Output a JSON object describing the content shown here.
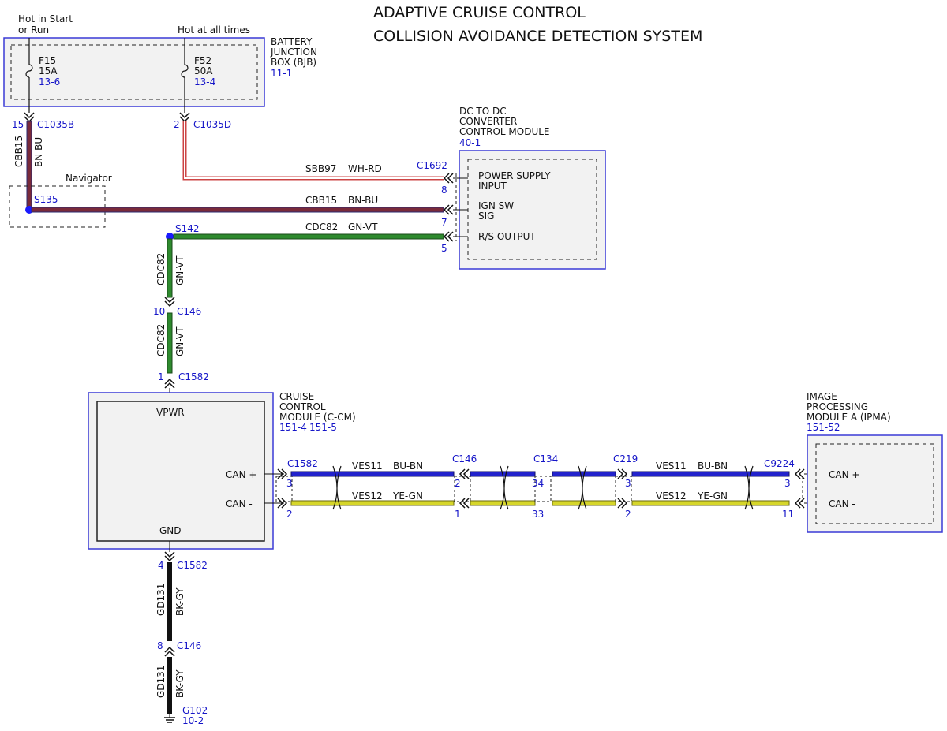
{
  "title": {
    "line1": "ADAPTIVE CRUISE CONTROL",
    "line2": "COLLISION AVOIDANCE DETECTION SYSTEM"
  },
  "bjb": {
    "hot_run_1": "Hot in Start",
    "hot_run_2": "or Run",
    "hot_always": "Hot at all times",
    "name_1": "BATTERY",
    "name_2": "JUNCTION",
    "name_3": "BOX (BJB)",
    "ref": "11-1",
    "fuse1_name": "F15",
    "fuse1_rating": "15A",
    "fuse1_ref": "13-6",
    "fuse2_name": "F52",
    "fuse2_rating": "50A",
    "fuse2_ref": "13-4",
    "pin1": "15",
    "conn1": "C1035B",
    "pin2": "2",
    "conn2": "C1035D"
  },
  "dcdc": {
    "name_1": "DC TO DC",
    "name_2": "CONVERTER",
    "name_3": "CONTROL MODULE",
    "ref": "40-1",
    "conn": "C1692",
    "in1_1": "POWER SUPPLY",
    "in1_2": "INPUT",
    "in2_1": "IGN SW",
    "in2_2": "SIG",
    "in3": "R/S OUTPUT",
    "pin8": "8",
    "pin7": "7",
    "pin5": "5"
  },
  "wires": {
    "cbb15_code": "CBB15",
    "cbb15_color": "BN-BU",
    "sbb97_code": "SBB97",
    "sbb97_color": "WH-RD",
    "cdc82_code": "CDC82",
    "cdc82_color": "GN-VT",
    "gd131_code": "GD131",
    "gd131_color": "BK-GY",
    "ves11_code": "VES11",
    "ves11_color": "BU-BN",
    "ves12_code": "VES12",
    "ves12_color": "YE-GN"
  },
  "splices": {
    "navigator": "Navigator",
    "s135": "S135",
    "s142": "S142"
  },
  "connectors": {
    "c146": "C146",
    "c146_pin_a": "10",
    "c1582": "C1582",
    "c1582_pin_top": "1",
    "c1582_pin_gnd": "4",
    "c146_pin_gnd": "8",
    "g102": "G102",
    "g102_ref": "10-2",
    "c134": "C134",
    "c219": "C219",
    "c9224": "C9224"
  },
  "ccm": {
    "name_1": "CRUISE",
    "name_2": "CONTROL",
    "name_3": "MODULE (C-CM)",
    "ref1": "151-4",
    "ref2": "151-5",
    "vpwr": "VPWR",
    "can_plus": "CAN +",
    "can_minus": "CAN -",
    "gnd": "GND"
  },
  "ipma": {
    "name_1": "IMAGE",
    "name_2": "PROCESSING",
    "name_3": "MODULE A (IPMA)",
    "ref": "151-52",
    "can_plus": "CAN +",
    "can_minus": "CAN -"
  },
  "can_pins": {
    "c1582_plus": "3",
    "c1582_minus": "2",
    "c146_plus": "2",
    "c146_minus": "1",
    "c134_plus": "34",
    "c134_minus": "33",
    "c219_plus": "3",
    "c219_minus": "2",
    "c9224_plus": "3",
    "c9224_minus": "11"
  },
  "colors": {
    "module_border": "#3a3ad6",
    "ref_blue": "#1515c8",
    "brown": "#7a2a3a",
    "red": "#cc4444",
    "green": "#2e8a2e",
    "blue": "#2222cc",
    "yellow": "#d6d62a",
    "black": "#111111"
  }
}
